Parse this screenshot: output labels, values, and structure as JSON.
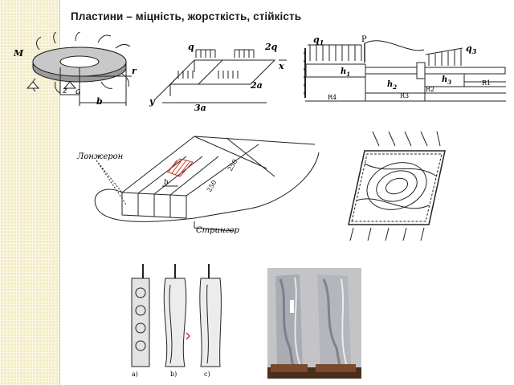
{
  "slide": {
    "title": "Пластини – міцність, жорсткість, стійкість"
  },
  "fig_plate_ring": {
    "labels": {
      "M": "M",
      "r": "r",
      "z": "z",
      "a": "a",
      "b": "b"
    }
  },
  "fig_grid": {
    "labels": {
      "q": "q",
      "q2": "2q",
      "x": "x",
      "y": "y",
      "a2": "2a",
      "a3": "3a"
    }
  },
  "fig_beam": {
    "labels": {
      "q1": "q",
      "q1_sub": "1",
      "P": "P",
      "q3": "q",
      "q3_sub": "3",
      "h1": "h",
      "h1_sub": "1",
      "h2": "h",
      "h2_sub": "2",
      "h3": "h",
      "h3_sub": "3",
      "R1": "R1",
      "R2": "R2",
      "R3": "R3",
      "R4": "R4"
    }
  },
  "fig_wing": {
    "labels": {
      "spar": "Лонжерон",
      "stringer": "Стрингер",
      "b": "b",
      "dim1": "250",
      "dim2": "250"
    }
  },
  "fig_buckle": {},
  "fig_columns": {
    "labels": {
      "a": "a)",
      "b": "b)",
      "c": "c)"
    }
  },
  "photo": {}
}
